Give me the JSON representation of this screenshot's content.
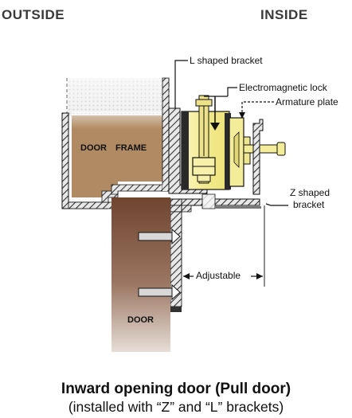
{
  "header": {
    "outside": "OUTSIDE",
    "inside": "INSIDE"
  },
  "labels": {
    "l_bracket": "L shaped bracket",
    "em_lock": "Electromagnetic lock",
    "armature": "Armature plate",
    "z_bracket_line1": "Z shaped",
    "z_bracket_line2": "bracket",
    "adjustable": "Adjustable",
    "door_frame_a": "DOOR",
    "door_frame_b": "FRAME",
    "door": "DOOR"
  },
  "caption": {
    "line1": "Inward opening door (Pull door)",
    "line2": "(installed with “Z” and “L” brackets)"
  },
  "colors": {
    "frame_wood": "#b08a62",
    "door_wood": "#7a5138",
    "lock_yellow": "#f4ee9c",
    "bracket_hatch": "#444444",
    "outline": "#111111"
  }
}
